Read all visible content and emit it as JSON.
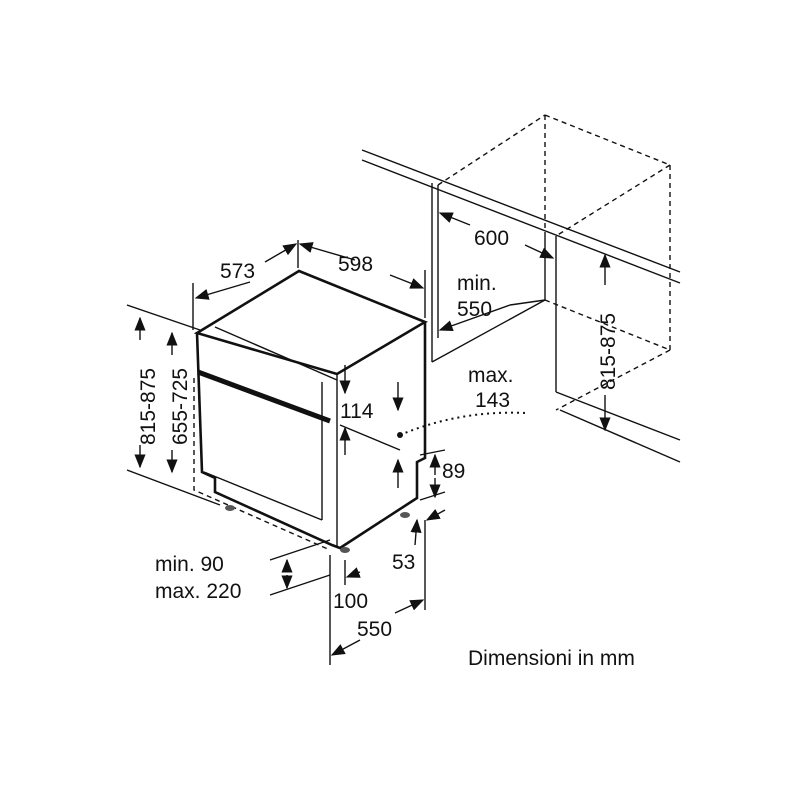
{
  "title": "Dishwasher installation dimensions",
  "units_note": "Dimensioni in mm",
  "dimensions": {
    "depth": "573",
    "width": "598",
    "height_total": "815-875",
    "height_door": "655-725",
    "panel_114": "114",
    "plinth_89": "89",
    "recess_53": "53",
    "plinth_min": "min. 90",
    "plinth_max": "max. 220",
    "foot_100": "100",
    "depth_550": "550",
    "niche_width": "600",
    "niche_depth_min": "min.",
    "niche_depth_val": "550",
    "niche_height": "815-875",
    "offset_max": "max.",
    "offset_val": "143"
  }
}
